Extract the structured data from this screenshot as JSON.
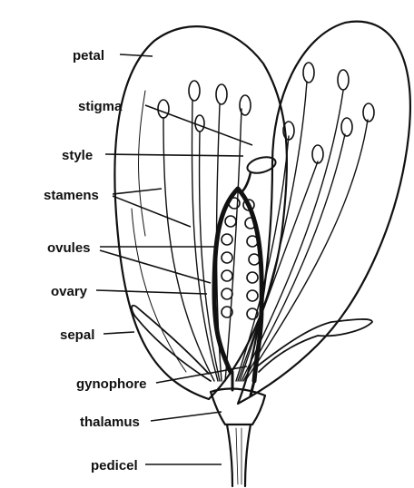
{
  "diagram": {
    "labels": {
      "petal": "petal",
      "stigma": "stigma",
      "style": "style",
      "stamens": "stamens",
      "ovules": "ovules",
      "ovary": "ovary",
      "sepal": "sepal",
      "gynophore": "gynophore",
      "thalamus": "thalamus",
      "pedicel": "pedicel"
    },
    "ink_color": "#111111",
    "background": "#ffffff"
  }
}
